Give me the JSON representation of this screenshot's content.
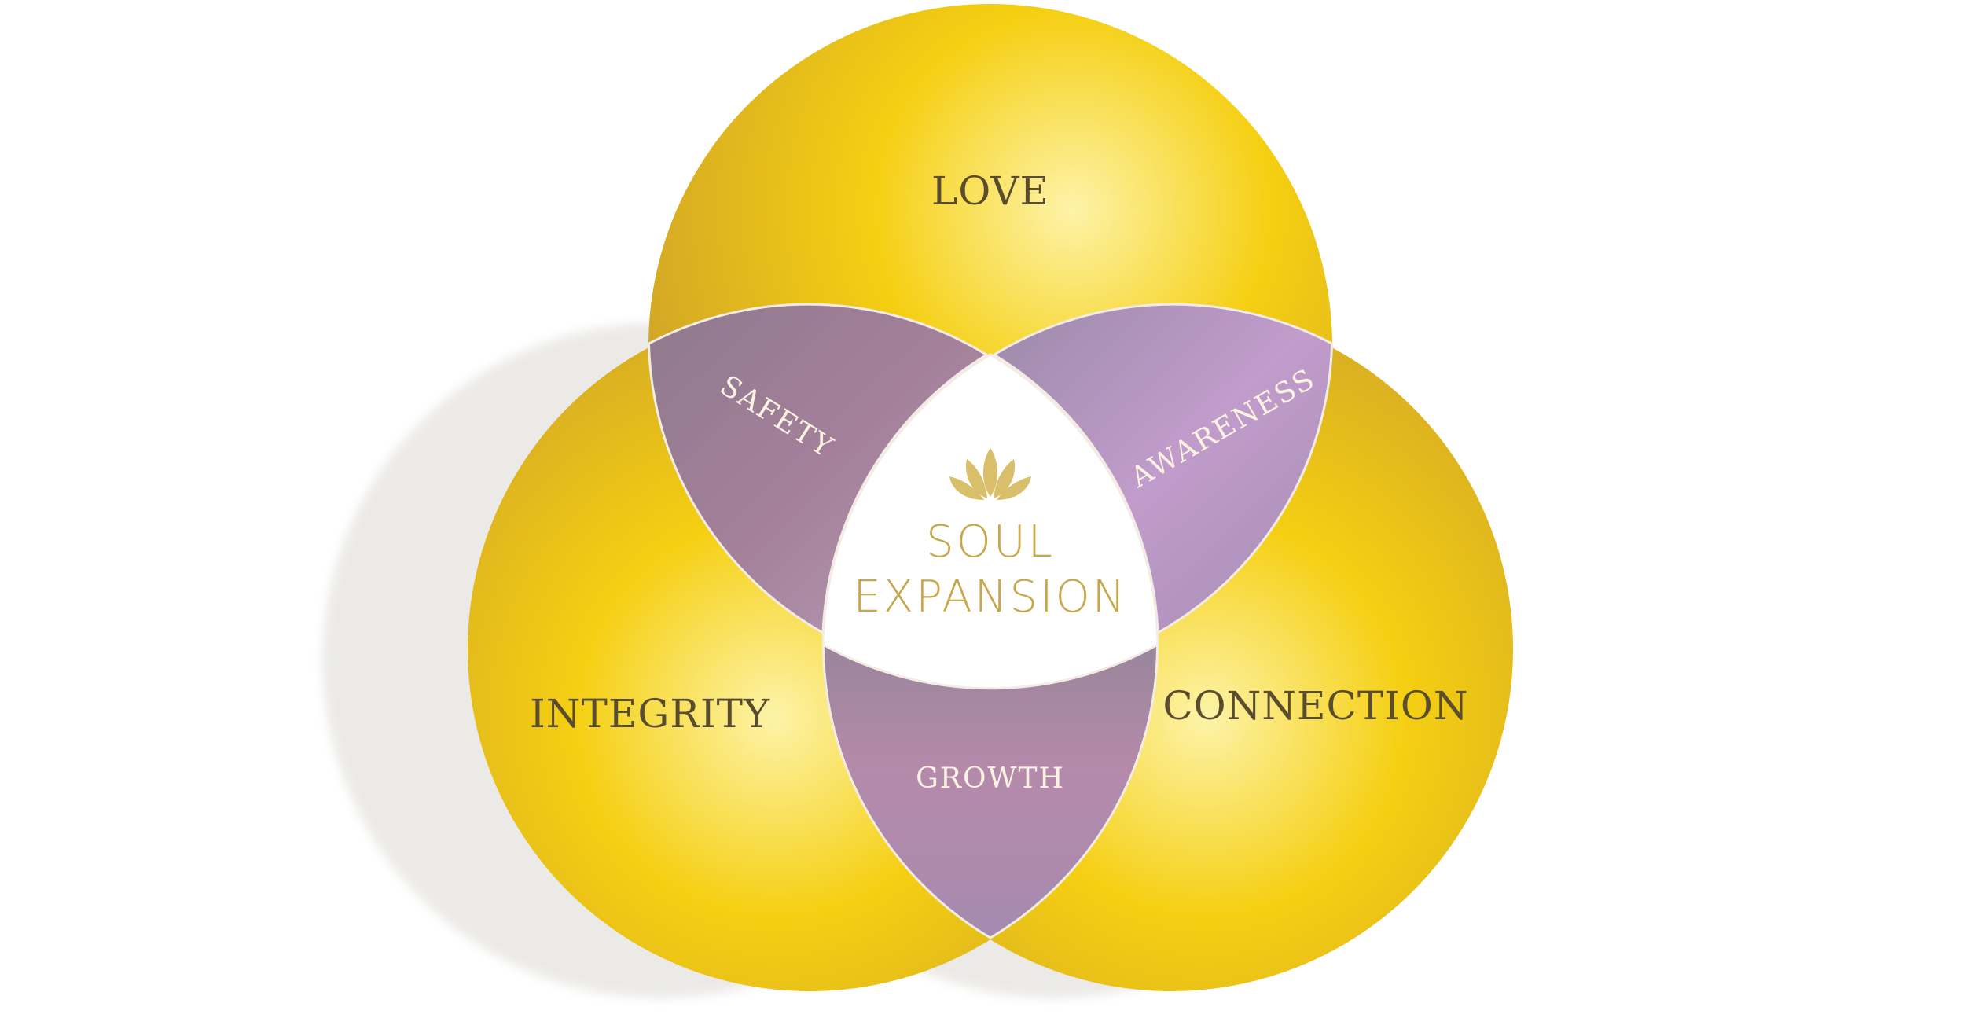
{
  "diagram": {
    "circles": [
      {
        "id": "top",
        "label": "LOVE"
      },
      {
        "id": "left",
        "label": "INTEGRITY"
      },
      {
        "id": "right",
        "label": "CONNECTION"
      }
    ],
    "overlaps": {
      "top_left": "SAFETY",
      "top_right": "AWARENESS",
      "bottom": "GROWTH"
    },
    "center": {
      "line1": "SOUL",
      "line2": "EXPANSION",
      "icon": "lotus-icon"
    },
    "colors": {
      "gold": "#f5cf12",
      "gold_light": "#fdf3a8",
      "gold_dark": "#d2a726",
      "purple": "#a88aa5",
      "purple_light": "#c4a0cf",
      "center_fill": "#ffffff",
      "center_text": "#c9a64a"
    }
  }
}
